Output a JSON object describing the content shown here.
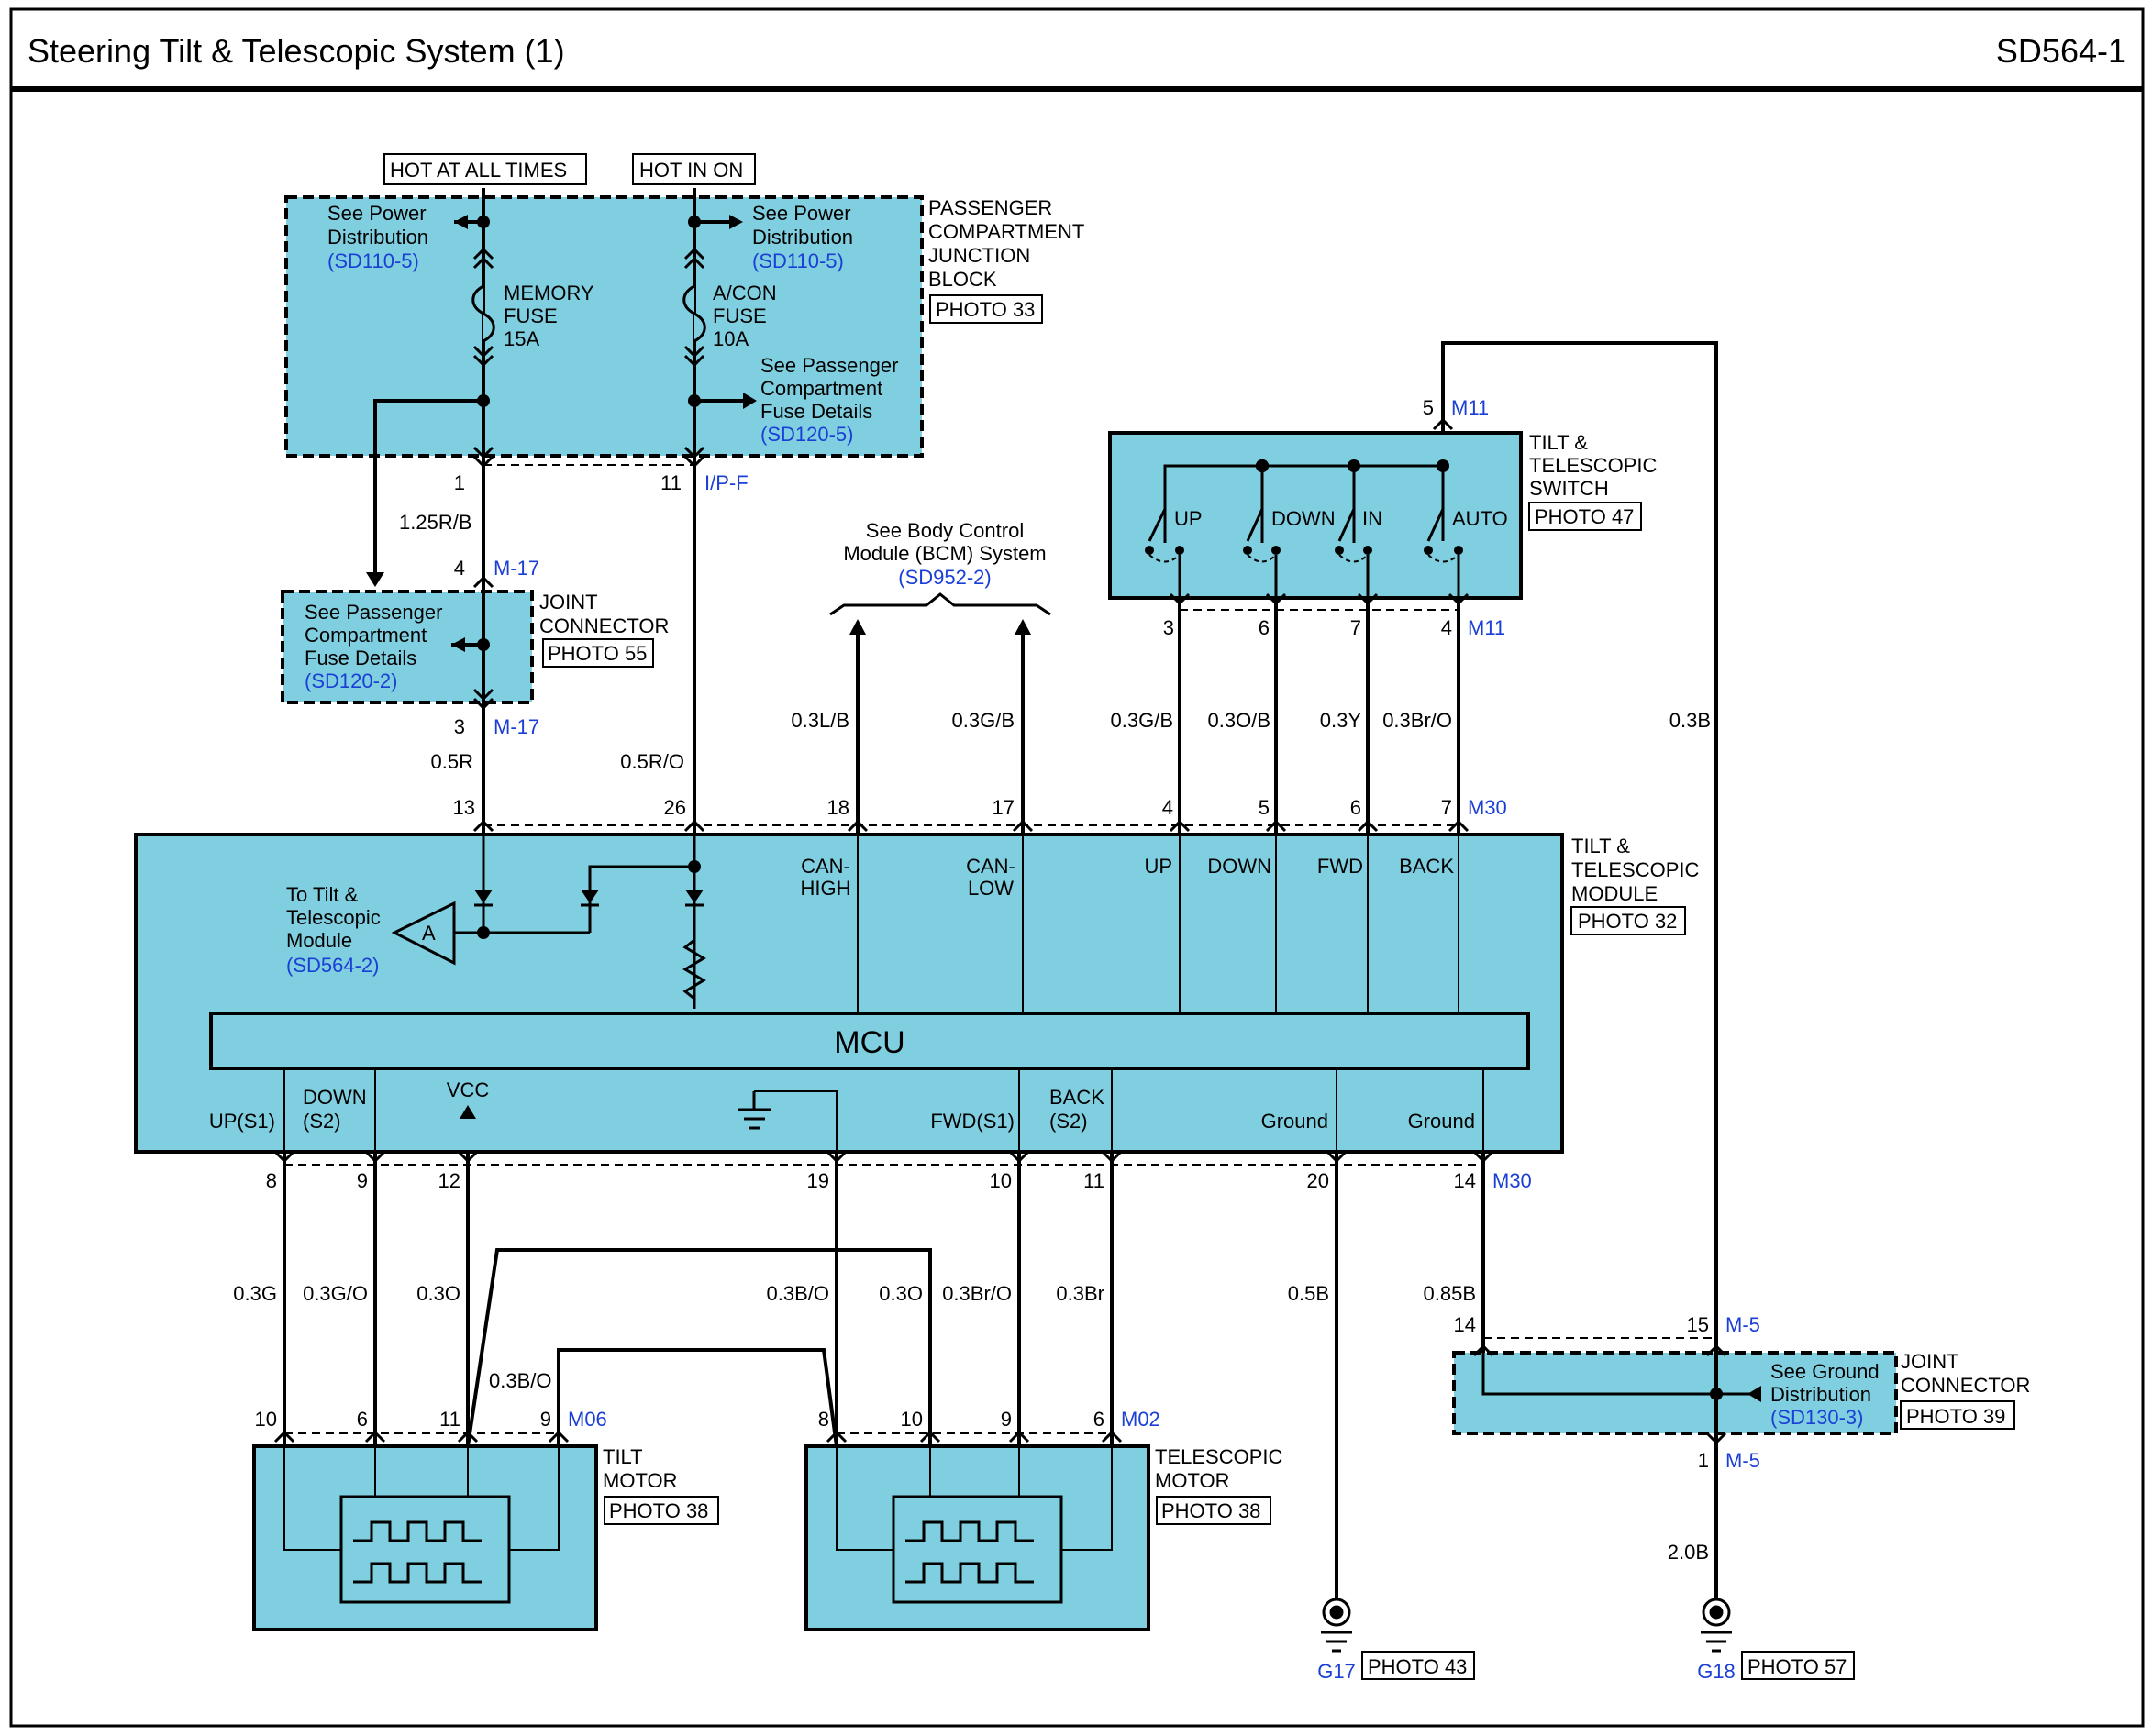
{
  "header": {
    "title": "Steering Tilt & Telescopic System (1)",
    "code": "SD564-1"
  },
  "colors": {
    "module_fill": "#80cfe0",
    "wire": "#000000",
    "link": "#1a3fd6"
  },
  "supplies": {
    "hot_at_all_times": "HOT AT ALL TIMES",
    "hot_in_on": "HOT IN ON"
  },
  "junction_block": {
    "name_lines": [
      "PASSENGER",
      "COMPARTMENT",
      "JUNCTION",
      "BLOCK"
    ],
    "photo": "PHOTO 33",
    "ref_left_lines": [
      "See Power",
      "Distribution"
    ],
    "ref_left_link": "(SD110-5)",
    "ref_right_lines": [
      "See Power",
      "Distribution"
    ],
    "ref_right_link": "(SD110-5)",
    "memory_fuse_lines": [
      "MEMORY",
      "FUSE",
      "15A"
    ],
    "acon_fuse_lines": [
      "A/CON",
      "FUSE",
      "10A"
    ],
    "fuse_details_lines": [
      "See Passenger",
      "Compartment",
      "Fuse Details"
    ],
    "fuse_details_link": "(SD120-5)",
    "pin_left": "1",
    "pin_right": "11",
    "connector": "I/P-F"
  },
  "joint_connector_top": {
    "name_lines": [
      "JOINT",
      "CONNECTOR"
    ],
    "photo": "PHOTO 55",
    "ref_lines": [
      "See Passenger",
      "Compartment",
      "Fuse Details"
    ],
    "ref_link": "(SD120-2)",
    "pin_top": "4",
    "pin_bottom": "3",
    "connector": "M-17"
  },
  "bcm": {
    "ref_lines": [
      "See Body Control",
      "Module (BCM) System"
    ],
    "ref_link": "(SD952-2)"
  },
  "switch": {
    "name_lines": [
      "TILT &",
      "TELESCOPIC",
      "SWITCH"
    ],
    "photo": "PHOTO 47",
    "pin_top": "5",
    "connector": "M11",
    "labels": [
      "UP",
      "DOWN",
      "IN",
      "AUTO"
    ],
    "pins_bottom": [
      "3",
      "6",
      "7",
      "4"
    ]
  },
  "wires_upper": {
    "w1": "1.25R/B",
    "w_jc": "0.5R",
    "w_hot_on": "0.5R/O",
    "can_high": "0.3L/B",
    "can_low": "0.3G/B",
    "sw_up": "0.3G/B",
    "sw_down": "0.3O/B",
    "sw_in": "0.3Y",
    "sw_auto": "0.3Br/O",
    "ground_jumper": "0.3B"
  },
  "module": {
    "name_lines": [
      "TILT &",
      "TELESCOPIC",
      "MODULE"
    ],
    "photo": "PHOTO 32",
    "connector": "M30",
    "top_pins": [
      "13",
      "26",
      "18",
      "17",
      "4",
      "5",
      "6",
      "7"
    ],
    "top_labels": {
      "can_high": [
        "CAN-",
        "HIGH"
      ],
      "can_low": [
        "CAN-",
        "LOW"
      ],
      "up": "UP",
      "down": "DOWN",
      "fwd": "FWD",
      "back": "BACK"
    },
    "mcu": "MCU",
    "to_module_lines": [
      "To Tilt &",
      "Telescopic",
      "Module"
    ],
    "to_module_link": "(SD564-2)",
    "ref_symbol": "A",
    "bottom_labels": {
      "up_s1": "UP(S1)",
      "down_s2": [
        "DOWN",
        "(S2)"
      ],
      "vcc": "VCC",
      "fwd_s1": "FWD(S1)",
      "back_s2": [
        "BACK",
        "(S2)"
      ],
      "ground1": "Ground",
      "ground2": "Ground"
    },
    "bottom_pins": [
      "8",
      "9",
      "12",
      "19",
      "10",
      "11",
      "20",
      "14"
    ],
    "bottom_connector": "M30"
  },
  "wires_lower": {
    "w8": "0.3G",
    "w9": "0.3G/O",
    "w12": "0.3O",
    "w19": "0.3B/O",
    "w_vcc_tel": "0.3O",
    "w10": "0.3Br/O",
    "w11": "0.3Br",
    "w20": "0.5B",
    "w14": "0.85B",
    "w_cross": "0.3B/O",
    "w_g18": "2.0B"
  },
  "tilt_motor": {
    "name_lines": [
      "TILT",
      "MOTOR"
    ],
    "photo": "PHOTO 38",
    "pins": [
      "10",
      "6",
      "11",
      "9"
    ],
    "connector": "M06"
  },
  "tele_motor": {
    "name_lines": [
      "TELESCOPIC",
      "MOTOR"
    ],
    "photo": "PHOTO 38",
    "pins": [
      "8",
      "10",
      "9",
      "6"
    ],
    "connector": "M02"
  },
  "joint_connector_bottom": {
    "name_lines": [
      "JOINT",
      "CONNECTOR"
    ],
    "photo": "PHOTO 39",
    "ref_lines": [
      "See Ground",
      "Distribution"
    ],
    "ref_link": "(SD130-3)",
    "pin_left": "14",
    "pin_right": "15",
    "pin_bottom": "1",
    "connector": "M-5"
  },
  "grounds": {
    "g17": "G17",
    "g17_photo": "PHOTO 43",
    "g18": "G18",
    "g18_photo": "PHOTO 57"
  }
}
